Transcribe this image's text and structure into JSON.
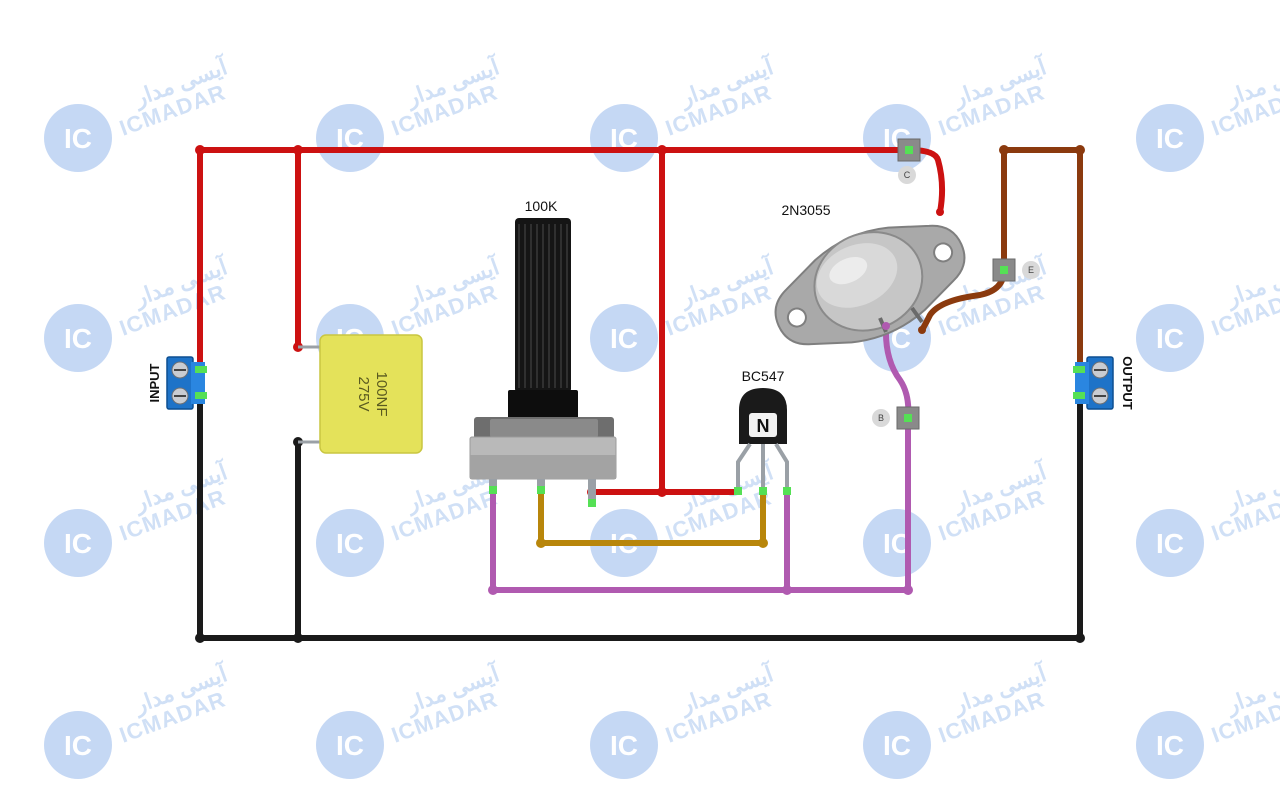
{
  "components": {
    "potentiometer": {
      "value_label": "100K"
    },
    "transistor_small": {
      "part_label": "BC547",
      "marking": "N"
    },
    "transistor_power": {
      "part_label": "2N3055",
      "pin_collector": "C",
      "pin_emitter": "E",
      "pin_base": "B"
    },
    "capacitor": {
      "line1": "100NF",
      "line2": "275V"
    },
    "input_terminal": {
      "label": "INPUT"
    },
    "output_terminal": {
      "label": "OUTPUT"
    }
  },
  "wire_colors": {
    "positive": "#cc1111",
    "ground": "#1a1a1a",
    "output_link": "#8b3a0e",
    "wiper_link": "#b8860b",
    "base_link": "#b05ab0"
  },
  "watermark": {
    "latin": "ICMADAR",
    "arabic": "آیسی مدار",
    "logo": "IC"
  }
}
